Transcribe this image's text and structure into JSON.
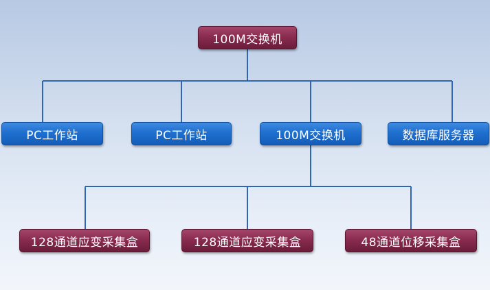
{
  "diagram": {
    "root": {
      "label": "100M交换机"
    },
    "level1": [
      {
        "label": "PC工作站"
      },
      {
        "label": "PC工作站"
      },
      {
        "label": "100M交换机"
      },
      {
        "label": "数据库服务器"
      }
    ],
    "level2": [
      {
        "label": "128通道应变采集盒"
      },
      {
        "label": "128通道应变采集盒"
      },
      {
        "label": "48通道位移采集盒"
      }
    ]
  },
  "colors": {
    "connector": "#2f66b4",
    "maroon_node": "#8a2c4f",
    "blue_node": "#1f6fd0",
    "text": "#ffffff"
  }
}
